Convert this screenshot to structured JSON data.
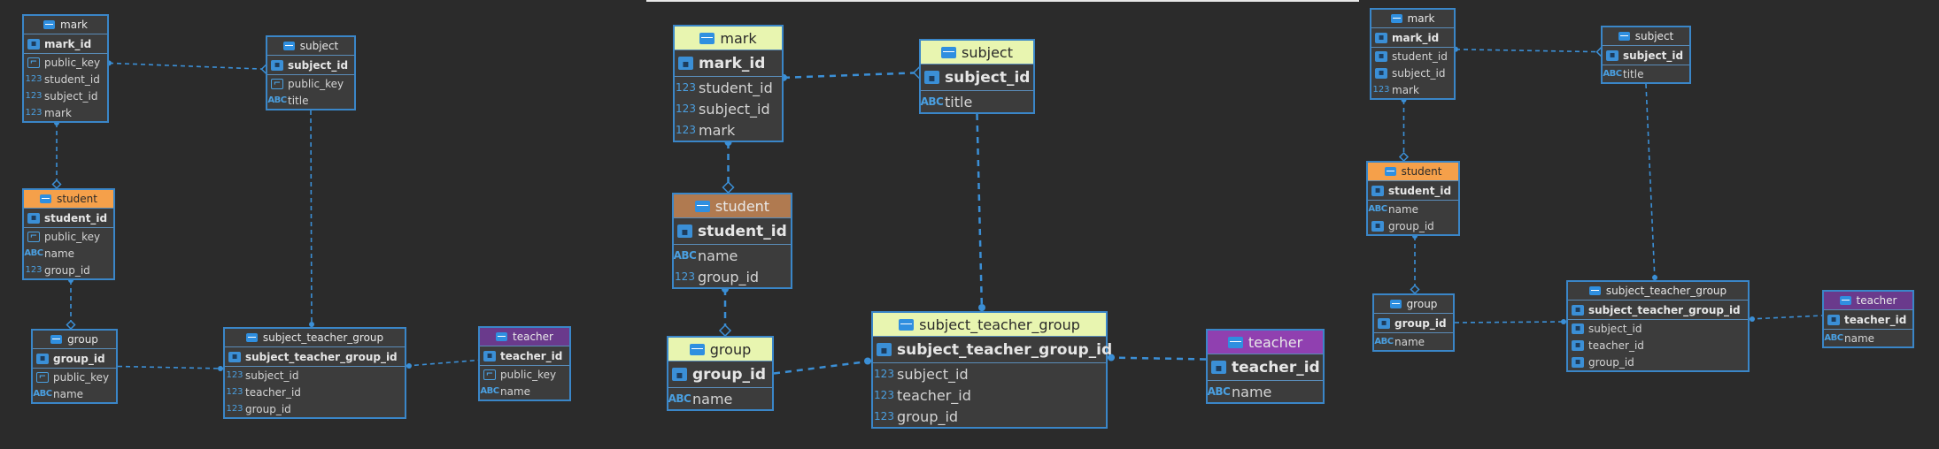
{
  "colors": {
    "background": "#2b2b2b",
    "border": "#3a86c8",
    "link": "#3b8fd6",
    "header_default": "#3c3c3c",
    "header_light_green": "#e8f5b0",
    "header_orange": "#f5a04a",
    "header_brown": "#b07a50",
    "header_purple": "#6a3a8c",
    "header_purple_bright": "#9040b0"
  },
  "diagrams": [
    {
      "tables": {
        "mark": {
          "title": "mark",
          "pk": "mark_id",
          "columns": [
            {
              "name": "public_key",
              "icon": "key-icon"
            },
            {
              "name": "student_id",
              "icon": "number-icon",
              "icon_text": "123"
            },
            {
              "name": "subject_id",
              "icon": "number-icon",
              "icon_text": "123"
            },
            {
              "name": "mark",
              "icon": "number-icon",
              "icon_text": "123"
            }
          ]
        },
        "subject": {
          "title": "subject",
          "pk": "subject_id",
          "columns": [
            {
              "name": "public_key",
              "icon": "key-icon"
            },
            {
              "name": "title",
              "icon": "text-icon",
              "icon_text": "ABC"
            }
          ]
        },
        "student": {
          "title": "student",
          "pk": "student_id",
          "columns": [
            {
              "name": "public_key",
              "icon": "key-icon"
            },
            {
              "name": "name",
              "icon": "text-icon",
              "icon_text": "ABC"
            },
            {
              "name": "group_id",
              "icon": "number-icon",
              "icon_text": "123"
            }
          ]
        },
        "group": {
          "title": "group",
          "pk": "group_id",
          "columns": [
            {
              "name": "public_key",
              "icon": "key-icon"
            },
            {
              "name": "name",
              "icon": "text-icon",
              "icon_text": "ABC"
            }
          ]
        },
        "subject_teacher_group": {
          "title": "subject_teacher_group",
          "pk": "subject_teacher_group_id",
          "columns": [
            {
              "name": "subject_id",
              "icon": "number-icon",
              "icon_text": "123"
            },
            {
              "name": "teacher_id",
              "icon": "number-icon",
              "icon_text": "123"
            },
            {
              "name": "group_id",
              "icon": "number-icon",
              "icon_text": "123"
            }
          ]
        },
        "teacher": {
          "title": "teacher",
          "pk": "teacher_id",
          "columns": [
            {
              "name": "public_key",
              "icon": "key-icon"
            },
            {
              "name": "name",
              "icon": "text-icon",
              "icon_text": "ABC"
            }
          ]
        }
      }
    },
    {
      "tables": {
        "mark": {
          "title": "mark",
          "pk": "mark_id",
          "columns": [
            {
              "name": "student_id",
              "icon": "number-icon",
              "icon_text": "123"
            },
            {
              "name": "subject_id",
              "icon": "number-icon",
              "icon_text": "123"
            },
            {
              "name": "mark",
              "icon": "number-icon",
              "icon_text": "123"
            }
          ]
        },
        "subject": {
          "title": "subject",
          "pk": "subject_id",
          "columns": [
            {
              "name": "title",
              "icon": "text-icon",
              "icon_text": "ABC"
            }
          ]
        },
        "student": {
          "title": "student",
          "pk": "student_id",
          "columns": [
            {
              "name": "name",
              "icon": "text-icon",
              "icon_text": "ABC"
            },
            {
              "name": "group_id",
              "icon": "number-icon",
              "icon_text": "123"
            }
          ]
        },
        "group": {
          "title": "group",
          "pk": "group_id",
          "columns": [
            {
              "name": "name",
              "icon": "text-icon",
              "icon_text": "ABC"
            }
          ]
        },
        "subject_teacher_group": {
          "title": "subject_teacher_group",
          "pk": "subject_teacher_group_id",
          "columns": [
            {
              "name": "subject_id",
              "icon": "number-icon",
              "icon_text": "123"
            },
            {
              "name": "teacher_id",
              "icon": "number-icon",
              "icon_text": "123"
            },
            {
              "name": "group_id",
              "icon": "number-icon",
              "icon_text": "123"
            }
          ]
        },
        "teacher": {
          "title": "teacher",
          "pk": "teacher_id",
          "columns": [
            {
              "name": "name",
              "icon": "text-icon",
              "icon_text": "ABC"
            }
          ]
        }
      }
    },
    {
      "tables": {
        "mark": {
          "title": "mark",
          "pk": "mark_id",
          "columns": [
            {
              "name": "student_id",
              "icon": "foreign-key-icon"
            },
            {
              "name": "subject_id",
              "icon": "foreign-key-icon"
            },
            {
              "name": "mark",
              "icon": "number-icon",
              "icon_text": "123"
            }
          ]
        },
        "subject": {
          "title": "subject",
          "pk": "subject_id",
          "columns": [
            {
              "name": "title",
              "icon": "text-icon",
              "icon_text": "ABC"
            }
          ]
        },
        "student": {
          "title": "student",
          "pk": "student_id",
          "columns": [
            {
              "name": "name",
              "icon": "text-icon",
              "icon_text": "ABC"
            },
            {
              "name": "group_id",
              "icon": "foreign-key-icon"
            }
          ]
        },
        "group": {
          "title": "group",
          "pk": "group_id",
          "columns": [
            {
              "name": "name",
              "icon": "text-icon",
              "icon_text": "ABC"
            }
          ]
        },
        "subject_teacher_group": {
          "title": "subject_teacher_group",
          "pk": "subject_teacher_group_id",
          "columns": [
            {
              "name": "subject_id",
              "icon": "foreign-key-icon"
            },
            {
              "name": "teacher_id",
              "icon": "foreign-key-icon"
            },
            {
              "name": "group_id",
              "icon": "foreign-key-icon"
            }
          ]
        },
        "teacher": {
          "title": "teacher",
          "pk": "teacher_id",
          "columns": [
            {
              "name": "name",
              "icon": "text-icon",
              "icon_text": "ABC"
            }
          ]
        }
      }
    }
  ],
  "relationships": [
    {
      "from": "mark",
      "to": "subject"
    },
    {
      "from": "mark",
      "to": "student"
    },
    {
      "from": "student",
      "to": "group"
    },
    {
      "from": "subject",
      "to": "subject_teacher_group"
    },
    {
      "from": "group",
      "to": "subject_teacher_group"
    },
    {
      "from": "subject_teacher_group",
      "to": "teacher"
    }
  ]
}
